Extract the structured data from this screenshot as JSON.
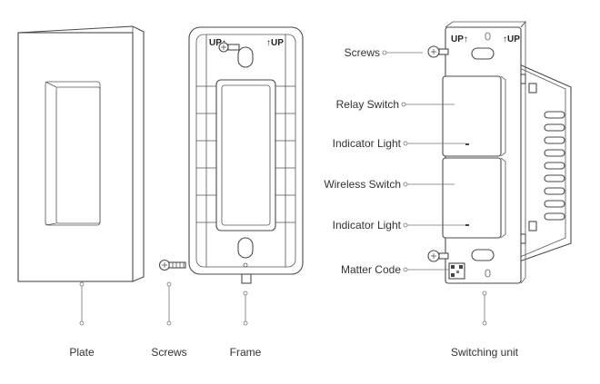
{
  "labels": {
    "plate": "Plate",
    "screws_left": "Screws",
    "frame": "Frame",
    "switching_unit": "Switching unit",
    "screws_top": "Screws",
    "relay_switch": "Relay Switch",
    "indicator_light_1": "Indicator Light",
    "wireless_switch": "Wireless Switch",
    "indicator_light_2": "Indicator Light",
    "matter_code": "Matter Code"
  },
  "markings": {
    "up_left": "UP↑",
    "up_right": "↑UP"
  }
}
